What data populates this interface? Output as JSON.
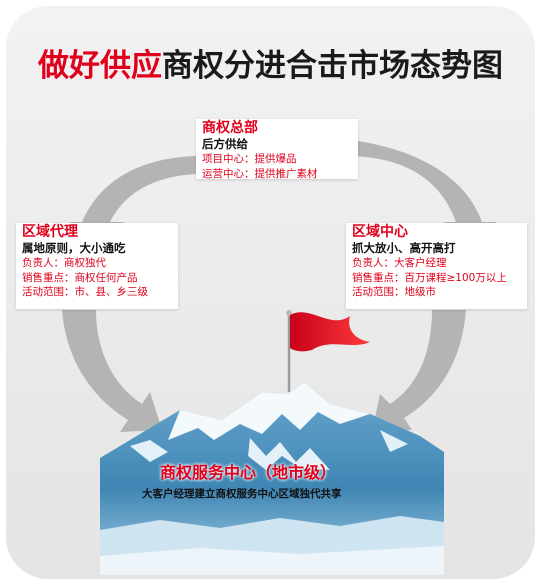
{
  "title": {
    "red_part": "做好供应",
    "dark_part": "商权分进合击市场态势图"
  },
  "headquarters": {
    "heading": "商权总部",
    "subheading": "后方供给",
    "lines": [
      "项目中心：提供爆品",
      "运营中心：提供推广素材"
    ]
  },
  "regional_agent": {
    "heading": "区域代理",
    "subheading": "属地原则，大小通吃",
    "lines": [
      "负责人：商权独代",
      "销售重点：商权任何产品",
      "活动范围：市、县、乡三级"
    ]
  },
  "regional_center": {
    "heading": "区域中心",
    "subheading": "抓大放小、高开高打",
    "lines": [
      "负责人：大客户经理",
      "销售重点：百万课程≥100万以上",
      "活动范围：地级市"
    ]
  },
  "service_center": {
    "heading": "商权服务中心（地市级）",
    "description": "大客户经理建立商权服务中心区域独代共享"
  },
  "colors": {
    "accent_red": "#e0001b",
    "arrow_gray": "#b4b4b4",
    "panel_bg": "#eeeeee",
    "mountain_blue": "#3f86b4"
  }
}
